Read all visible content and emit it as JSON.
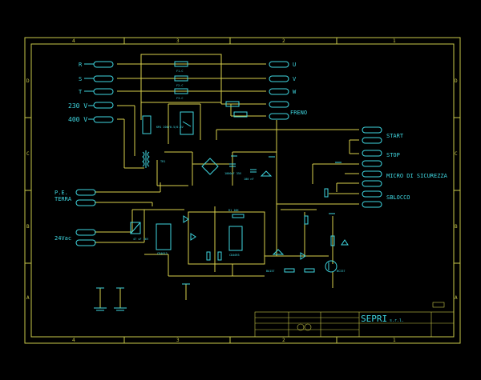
{
  "column_labels": [
    "4",
    "3",
    "2",
    "1"
  ],
  "row_labels": [
    "D",
    "C",
    "B",
    "A"
  ],
  "phase_labels": [
    "R",
    "S",
    "T"
  ],
  "motor_labels": [
    "U",
    "V",
    "W"
  ],
  "voltage_labels": [
    "230 V",
    "400 V"
  ],
  "left_labels": [
    "P.E.",
    "TERRA",
    "24Vac"
  ],
  "right_labels": [
    "FRENO",
    "START",
    "STOP",
    "MICRO DI SICUREZZA",
    "SBLOCCO"
  ],
  "title_block": {
    "company": "SEPRI",
    "suffix": "s.r.l."
  },
  "colors": {
    "background": "#000000",
    "frame": "#c8c84a",
    "wires": "#d8d04c",
    "components": "#3fd6e0"
  }
}
